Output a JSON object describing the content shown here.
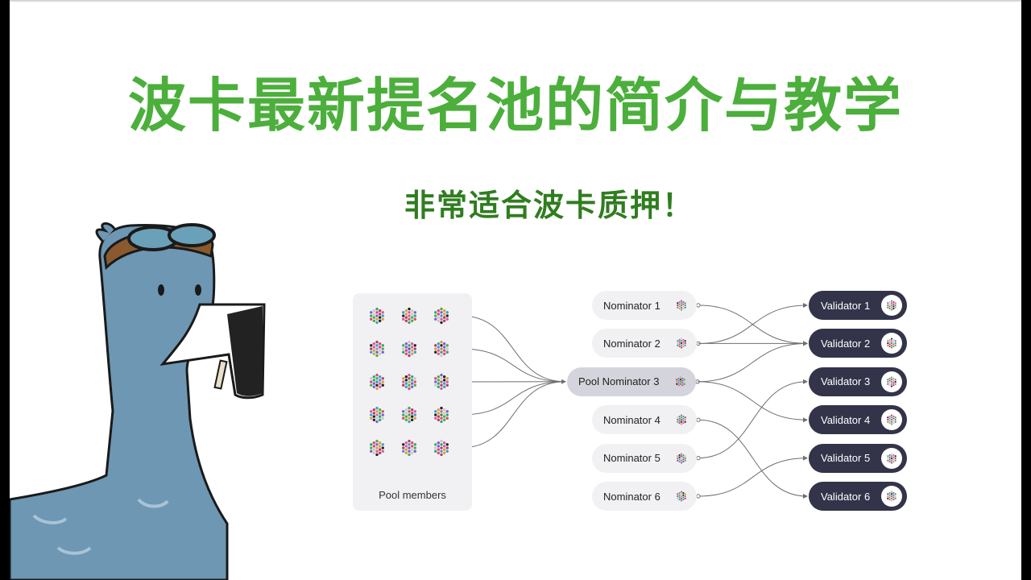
{
  "title": "波卡最新提名池的简介与教学",
  "subtitle": "非常适合波卡质押！",
  "pool": {
    "label": "Pool members",
    "member_icons": [
      [
        "#7a5cd6",
        "#d65c9b",
        "#3c9bd6"
      ],
      [
        "#9a9a9a",
        "#6a3cd6",
        "#d67a3c"
      ],
      [
        "#3c8fa6",
        "#a6c23c",
        "#e04a7a"
      ],
      [
        "#c86ad6",
        "#2ea86a",
        "#2a8a4a"
      ],
      [
        "#d6a03c",
        "#8a5ca6",
        "#b83c5c"
      ]
    ]
  },
  "nominators": [
    {
      "label": "Nominator 1",
      "icon": "identicon-green"
    },
    {
      "label": "Nominator 2",
      "icon": "identicon-lime"
    },
    {
      "label": "Pool Nominator 3",
      "icon": "identicon-dark",
      "is_pool": true
    },
    {
      "label": "Nominator 4",
      "icon": "identicon-ring"
    },
    {
      "label": "Nominator 5",
      "icon": "identicon-purple"
    },
    {
      "label": "Nominator 6",
      "icon": "identicon-red"
    }
  ],
  "validators": [
    {
      "label": "Validator 1"
    },
    {
      "label": "Validator 2"
    },
    {
      "label": "Validator 3"
    },
    {
      "label": "Validator 4"
    },
    {
      "label": "Validator 5"
    },
    {
      "label": "Validator 6"
    }
  ],
  "edges": [
    {
      "from": "Nominator 1",
      "to": "Validator 2"
    },
    {
      "from": "Nominator 2",
      "to": "Validator 1"
    },
    {
      "from": "Nominator 2",
      "to": "Validator 2"
    },
    {
      "from": "Pool Nominator 3",
      "to": "Validator 2"
    },
    {
      "from": "Pool Nominator 3",
      "to": "Validator 4"
    },
    {
      "from": "Nominator 4",
      "to": "Validator 6"
    },
    {
      "from": "Nominator 5",
      "to": "Validator 3"
    },
    {
      "from": "Nominator 6",
      "to": "Validator 5"
    }
  ],
  "colors": {
    "title": "#4caf3c",
    "subtitle": "#2f7d1f",
    "validator_bg": "#33334a",
    "nominator_bg": "#f1f1f3",
    "pool_nominator_bg": "#d4d4dc",
    "edge": "#6f6f6f"
  }
}
